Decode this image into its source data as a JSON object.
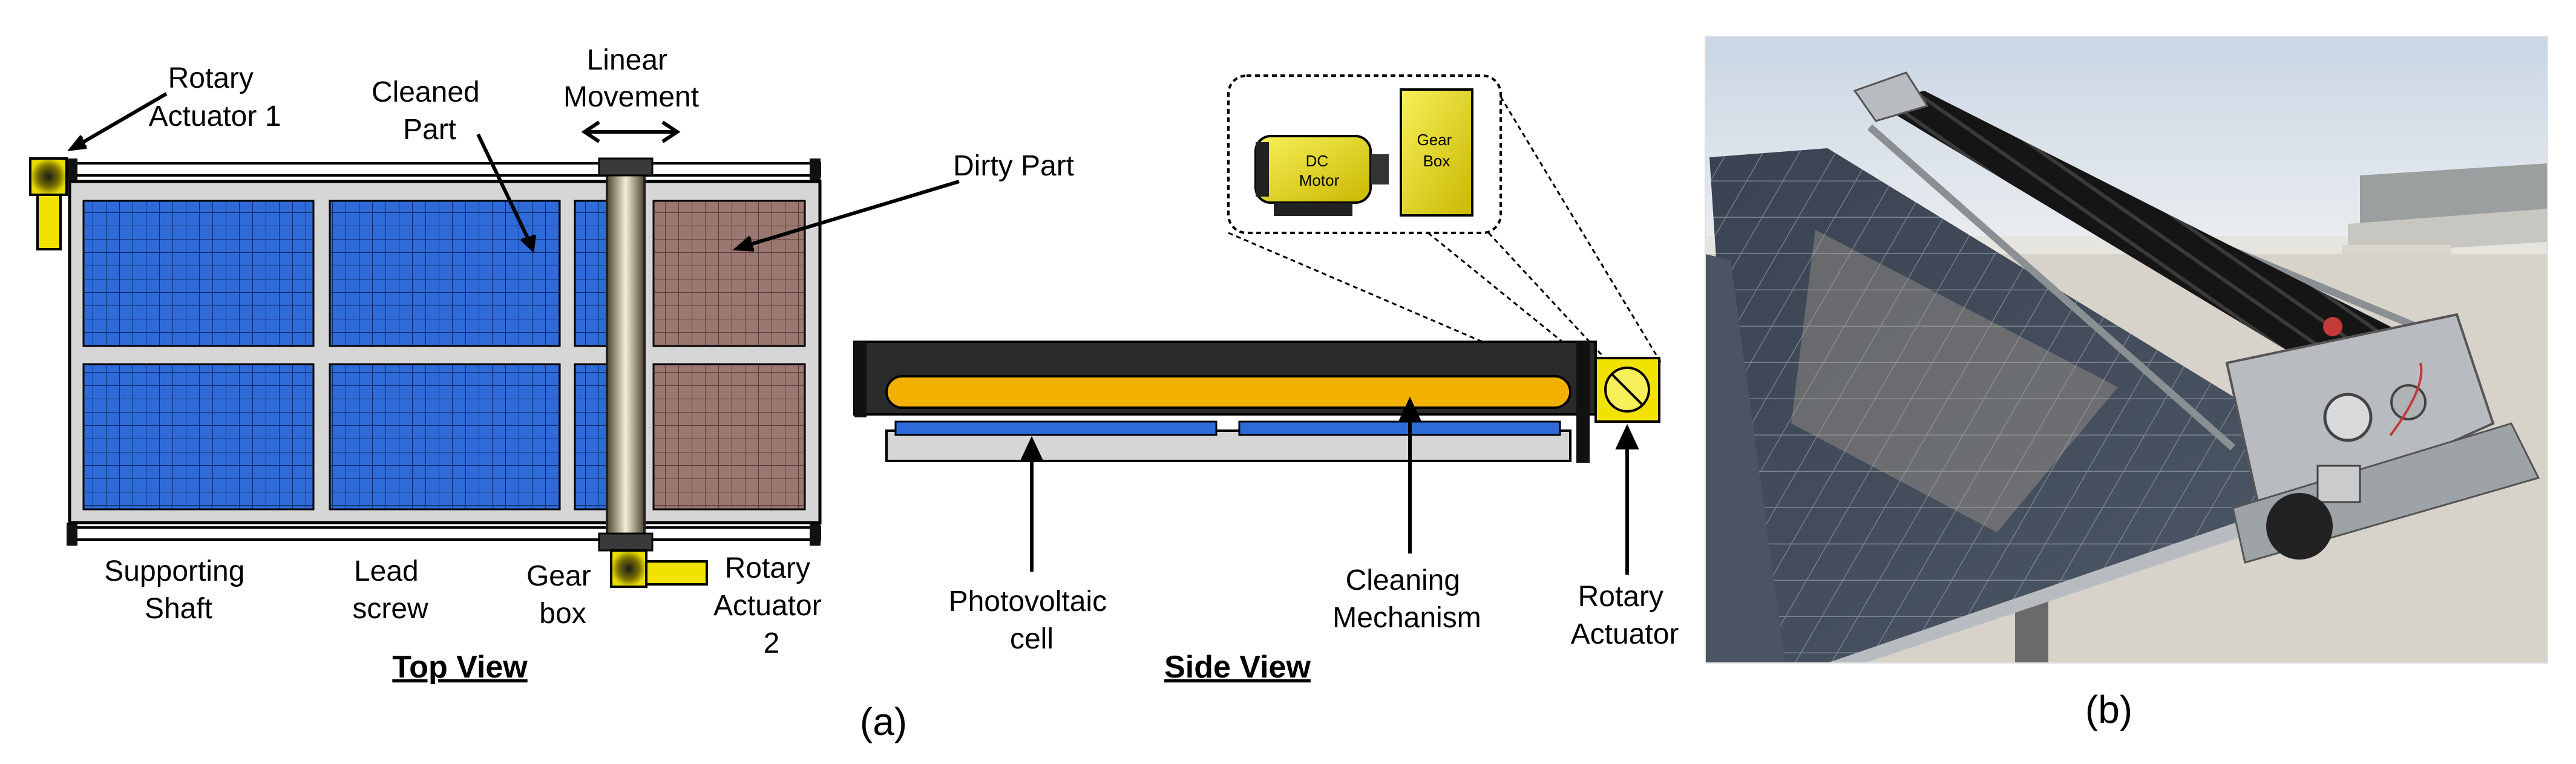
{
  "top_view": {
    "title": "Top View",
    "labels": {
      "rotary_actuator_1": [
        "Rotary",
        "Actuator 1"
      ],
      "cleaned_part": [
        "Cleaned",
        "Part"
      ],
      "linear_movement": [
        "Linear",
        "Movement"
      ],
      "dirty_part": "Dirty Part",
      "supporting_shaft": [
        "Supporting",
        "Shaft"
      ],
      "lead_screw": [
        "Lead",
        "screw"
      ],
      "gear_box": [
        "Gear",
        "box"
      ],
      "rotary_actuator_2": [
        "Rotary",
        "Actuator",
        "2"
      ]
    }
  },
  "side_view": {
    "title": "Side View",
    "labels": {
      "photovoltaic_cell": [
        "Photovoltaic",
        "cell"
      ],
      "cleaning_mechanism": [
        "Cleaning",
        "Mechanism"
      ],
      "rotary_actuator": [
        "Rotary",
        "Actuator"
      ]
    },
    "inset": {
      "dc_motor": [
        "DC",
        "Motor"
      ],
      "gear_box": [
        "Gear",
        "Box"
      ]
    }
  },
  "captions": {
    "a": "(a)",
    "b": "(b)"
  },
  "colors": {
    "clean_cell": "#2f6bd8",
    "dirty_cell": "#9a7770",
    "actuator": "#f2e200",
    "cleaning_roller": "#f2b100",
    "frame": "#d6d6d6"
  }
}
